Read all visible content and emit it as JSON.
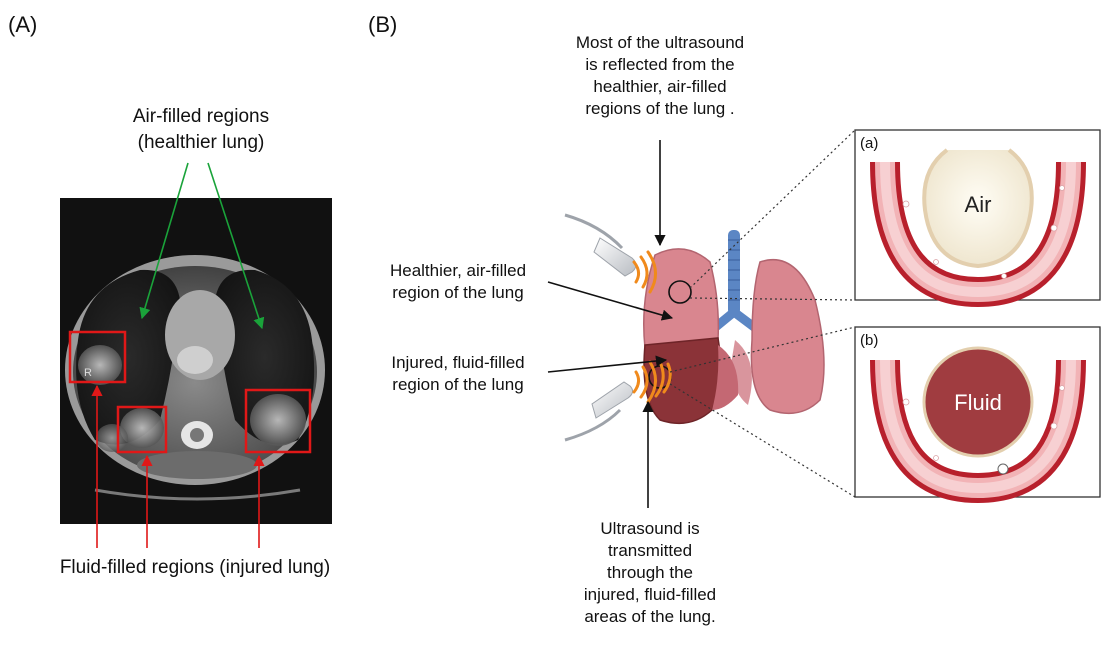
{
  "panel_a": {
    "tag": "(A)",
    "air_label": [
      "Air-filled regions",
      "(healthier lung)"
    ],
    "fluid_label": "Fluid-filled regions (injured lung)",
    "ct_marker": "R"
  },
  "panel_b": {
    "tag": "(B)",
    "top_label": [
      "Most of the ultrasound",
      "is reflected from the",
      "healthier, air-filled",
      "regions of the lung ."
    ],
    "healthy_label": [
      "Healthier, air-filled",
      "region of the lung"
    ],
    "injured_label": [
      "Injured, fluid-filled",
      "region of the lung"
    ],
    "bottom_label": [
      "Ultrasound is",
      "transmitted",
      "through the",
      "injured, fluid-filled",
      "areas of the lung."
    ]
  },
  "inset_a": {
    "tag": "(a)",
    "label": "Air"
  },
  "inset_b": {
    "tag": "(b)",
    "label": "Fluid"
  },
  "colors": {
    "red_box": "#e01818",
    "green_arrow": "#1aa33a",
    "lung_healthy": "#d9868f",
    "lung_injured": "#8b3338",
    "trachea": "#5b86c4",
    "wave": "#f08a1c",
    "vessel_red": "#b8202c",
    "fluid": "#a03c40",
    "air": "#f8f0de"
  }
}
